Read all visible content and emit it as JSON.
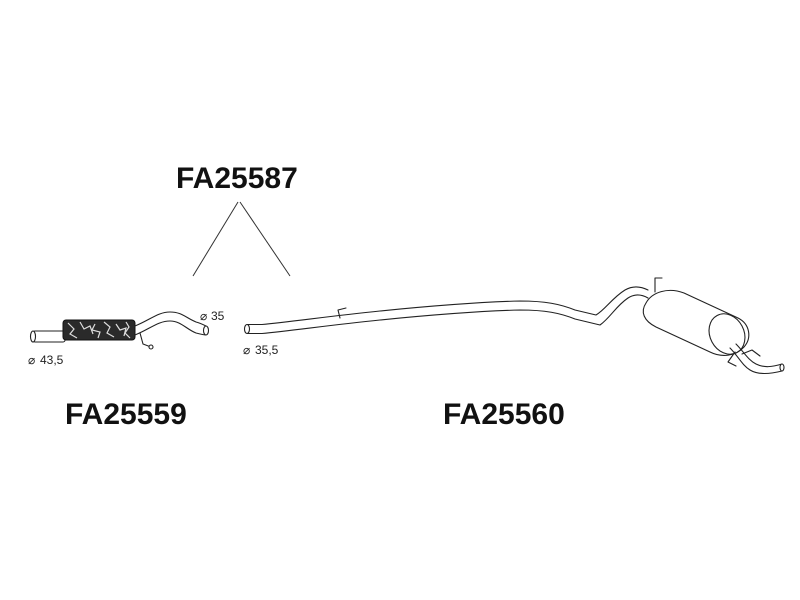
{
  "diagram": {
    "parts": {
      "front": "FA25559",
      "rear": "FA25560",
      "kit": "FA25587"
    },
    "dimensions": {
      "front_inlet": "43,5",
      "front_outlet": "35",
      "rear_inlet": "35,5"
    },
    "diameter_symbol": "⌀"
  }
}
